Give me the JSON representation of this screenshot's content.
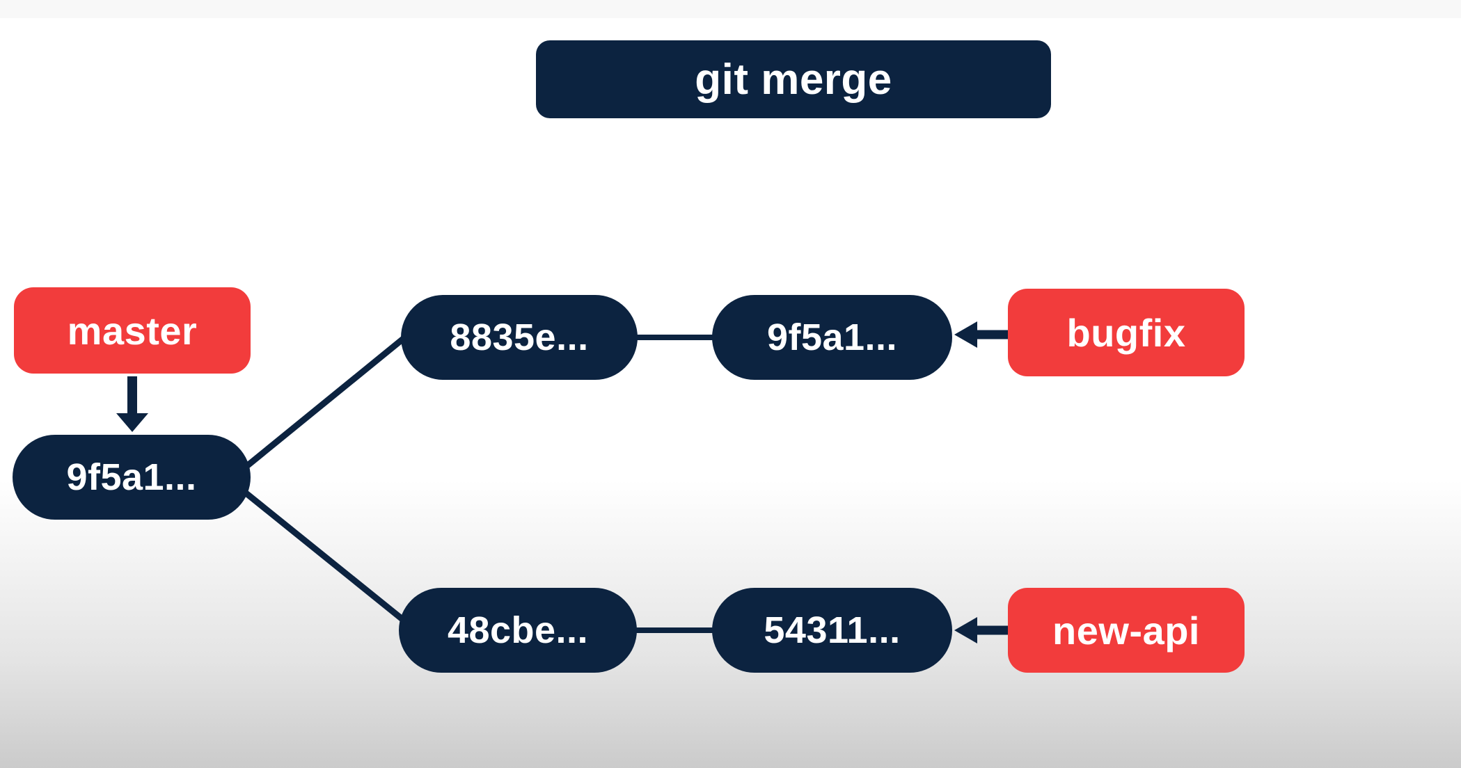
{
  "colors": {
    "navy": "#0c2340",
    "red": "#f23c3c",
    "text": "#ffffff",
    "bg_strip": "#f8f8f8",
    "bg_mid": "#ffffff",
    "bg_bottom": "#cbcbcb"
  },
  "title": {
    "label": "git merge"
  },
  "branch_labels": {
    "master": "master",
    "bugfix": "bugfix",
    "new_api": "new-api"
  },
  "commits": {
    "base": "9f5a1...",
    "bugfix_parent": "8835e...",
    "bugfix_head": "9f5a1...",
    "new_api_parent": "48cbe...",
    "new_api_head": "54311..."
  },
  "edges": [
    {
      "from": "master-label",
      "to": "commit-base",
      "type": "arrow-down"
    },
    {
      "from": "commit-base",
      "to": "commit-bugfix-parent",
      "type": "branch-line"
    },
    {
      "from": "commit-base",
      "to": "commit-new-api-parent",
      "type": "branch-line"
    },
    {
      "from": "commit-bugfix-parent",
      "to": "commit-bugfix-head",
      "type": "line"
    },
    {
      "from": "bugfix-label",
      "to": "commit-bugfix-head",
      "type": "arrow-left"
    },
    {
      "from": "commit-new-api-parent",
      "to": "commit-new-api-head",
      "type": "line"
    },
    {
      "from": "new-api-label",
      "to": "commit-new-api-head",
      "type": "arrow-left"
    }
  ]
}
